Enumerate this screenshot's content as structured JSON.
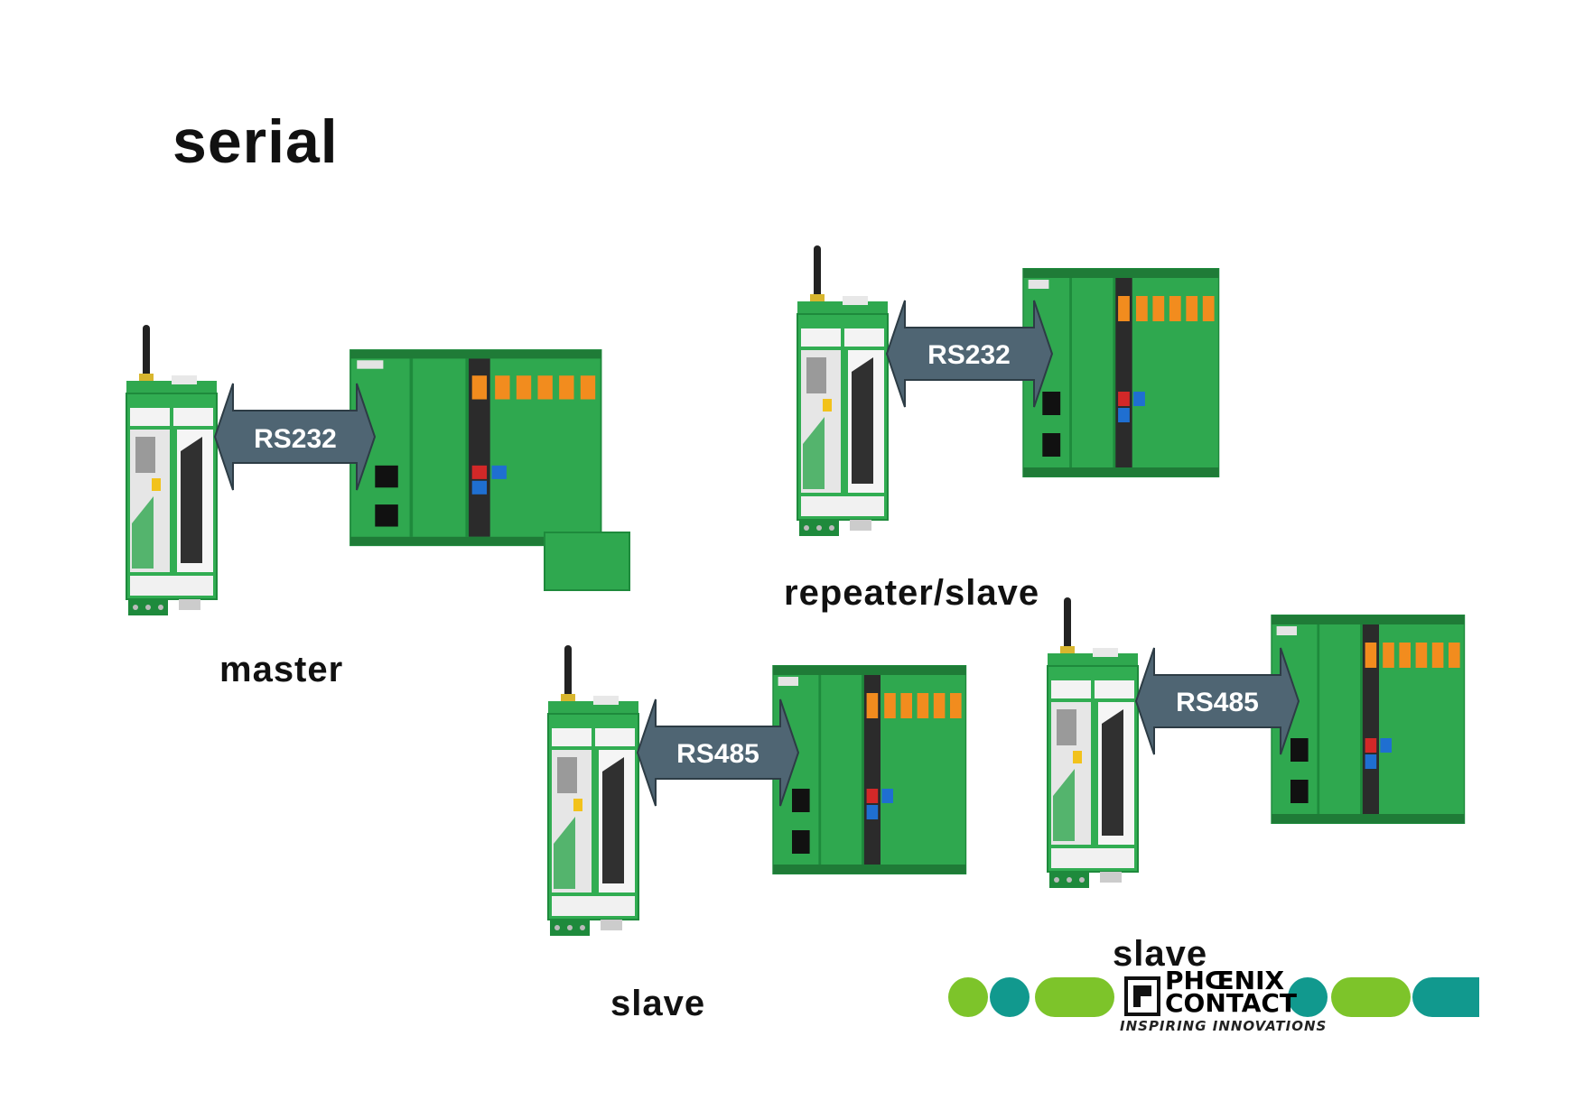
{
  "title": "serial",
  "links": [
    {
      "label": "RS232"
    },
    {
      "label": "RS232"
    },
    {
      "label": "RS485"
    },
    {
      "label": "RS485"
    }
  ],
  "captions": {
    "master": "master",
    "repeater": "repeater/slave",
    "slave_left": "slave",
    "slave_right": "slave"
  },
  "logo": {
    "line1": "PHŒNIX",
    "line2": "CONTACT",
    "tagline": "INSPIRING INNOVATIONS"
  },
  "colors": {
    "module_green": "#2fa84f",
    "module_dark": "#1e8a3c",
    "arrow": "#4f6573",
    "logo_lime": "#7dc42a",
    "logo_teal": "#11998e"
  }
}
